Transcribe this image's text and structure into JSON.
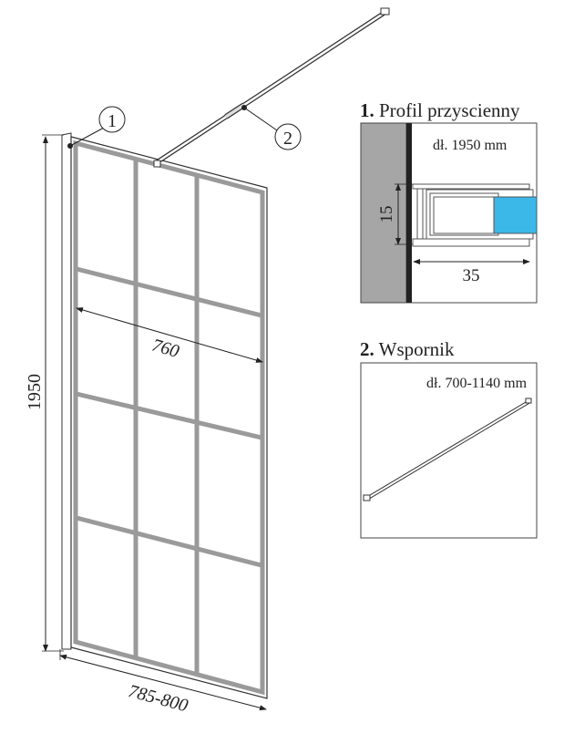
{
  "main_drawing": {
    "height_dim": "1950",
    "glass_width_dim": "760",
    "total_width_dim": "785-800",
    "callout_1": "1",
    "callout_2": "2"
  },
  "detail_1": {
    "number": "1.",
    "title": "Profil przyscienny",
    "length": "dł. 1950 mm",
    "dim_height": "15",
    "dim_width": "35"
  },
  "detail_2": {
    "number": "2.",
    "title": "Wspornik",
    "length": "dł. 700-1140 mm"
  },
  "colors": {
    "wall": "#a6a6a6",
    "glass": "#3bb8e8",
    "frame": "#9a9a9a",
    "line": "#222222"
  }
}
